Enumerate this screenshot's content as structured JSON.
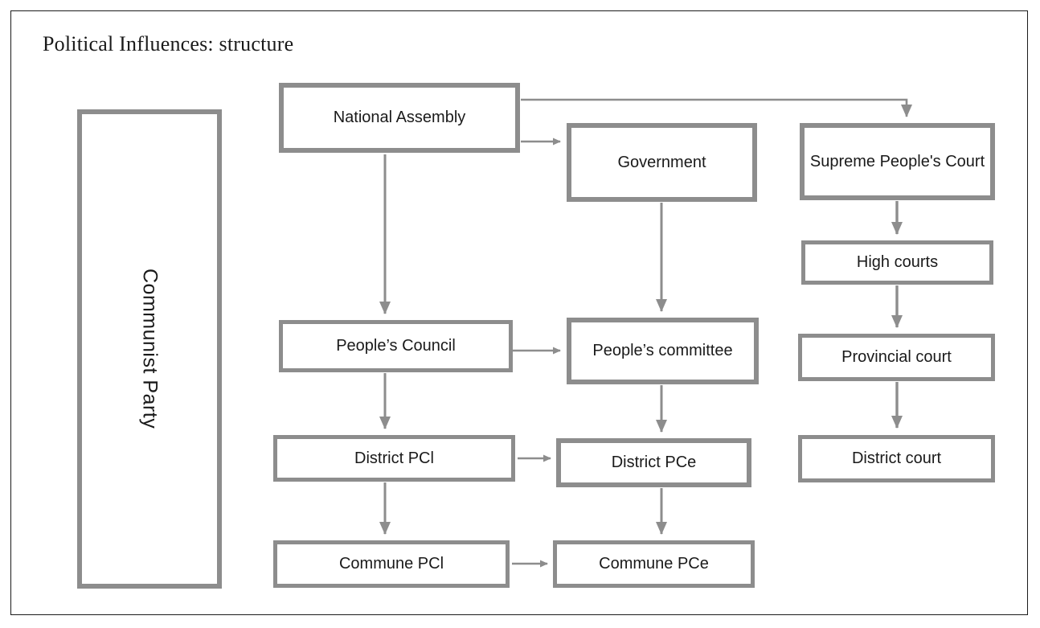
{
  "page": {
    "title": "Political Influences: structure",
    "frame_border_color": "#1b1b1b",
    "node_border_color": "#8d8d8d",
    "connector_color": "#8d8d8d",
    "background": "#ffffff",
    "text_color": "#1a1a1a"
  },
  "chart_data": {
    "type": "diagram",
    "title": "Political Influences: structure",
    "diagram_kind": "organizational-flowchart",
    "nodes": [
      {
        "id": "communist-party",
        "label": "Communist Party",
        "column": "party",
        "orientation": "vertical"
      },
      {
        "id": "national-assembly",
        "label": "National Assembly",
        "column": "legislative",
        "orientation": "horizontal"
      },
      {
        "id": "government",
        "label": "Government",
        "column": "executive",
        "orientation": "horizontal"
      },
      {
        "id": "supreme-peoples-court",
        "label": "Supreme People's Court",
        "column": "judicial",
        "orientation": "horizontal"
      },
      {
        "id": "high-courts",
        "label": "High courts",
        "column": "judicial",
        "orientation": "horizontal"
      },
      {
        "id": "provincial-court",
        "label": "Provincial court",
        "column": "judicial",
        "orientation": "horizontal"
      },
      {
        "id": "district-court",
        "label": "District court",
        "column": "judicial",
        "orientation": "horizontal"
      },
      {
        "id": "peoples-council",
        "label": "People’s Council",
        "column": "legislative",
        "orientation": "horizontal"
      },
      {
        "id": "peoples-committee",
        "label": "People’s committee",
        "column": "executive",
        "orientation": "horizontal"
      },
      {
        "id": "district-pcl",
        "label": "District PCl",
        "column": "legislative",
        "orientation": "horizontal"
      },
      {
        "id": "district-pce",
        "label": "District PCe",
        "column": "executive",
        "orientation": "horizontal"
      },
      {
        "id": "commune-pcl",
        "label": "Commune PCl",
        "column": "legislative",
        "orientation": "horizontal"
      },
      {
        "id": "commune-pce",
        "label": "Commune PCe",
        "column": "executive",
        "orientation": "horizontal"
      }
    ],
    "edges": [
      {
        "from": "national-assembly",
        "to": "government",
        "direction": "right"
      },
      {
        "from": "national-assembly",
        "to": "supreme-peoples-court",
        "direction": "right-then-down"
      },
      {
        "from": "national-assembly",
        "to": "peoples-council",
        "direction": "down"
      },
      {
        "from": "government",
        "to": "peoples-committee",
        "direction": "down"
      },
      {
        "from": "supreme-peoples-court",
        "to": "high-courts",
        "direction": "down"
      },
      {
        "from": "high-courts",
        "to": "provincial-court",
        "direction": "down"
      },
      {
        "from": "provincial-court",
        "to": "district-court",
        "direction": "down"
      },
      {
        "from": "peoples-council",
        "to": "peoples-committee",
        "direction": "right"
      },
      {
        "from": "peoples-council",
        "to": "district-pcl",
        "direction": "down"
      },
      {
        "from": "peoples-committee",
        "to": "district-pce",
        "direction": "down"
      },
      {
        "from": "district-pcl",
        "to": "district-pce",
        "direction": "right"
      },
      {
        "from": "district-pcl",
        "to": "commune-pcl",
        "direction": "down"
      },
      {
        "from": "district-pce",
        "to": "commune-pce",
        "direction": "down"
      },
      {
        "from": "commune-pcl",
        "to": "commune-pce",
        "direction": "right"
      }
    ]
  },
  "nodes": {
    "communist_party": "Communist Party",
    "national_assembly": "National Assembly",
    "government": "Government",
    "supreme_peoples_court": "Supreme People's Court",
    "high_courts": "High courts",
    "provincial_court": "Provincial court",
    "district_court": "District court",
    "peoples_council": "People’s Council",
    "peoples_committee": "People’s committee",
    "district_pcl": "District PCl",
    "district_pce": "District PCe",
    "commune_pcl": "Commune PCl",
    "commune_pce": "Commune PCe"
  }
}
